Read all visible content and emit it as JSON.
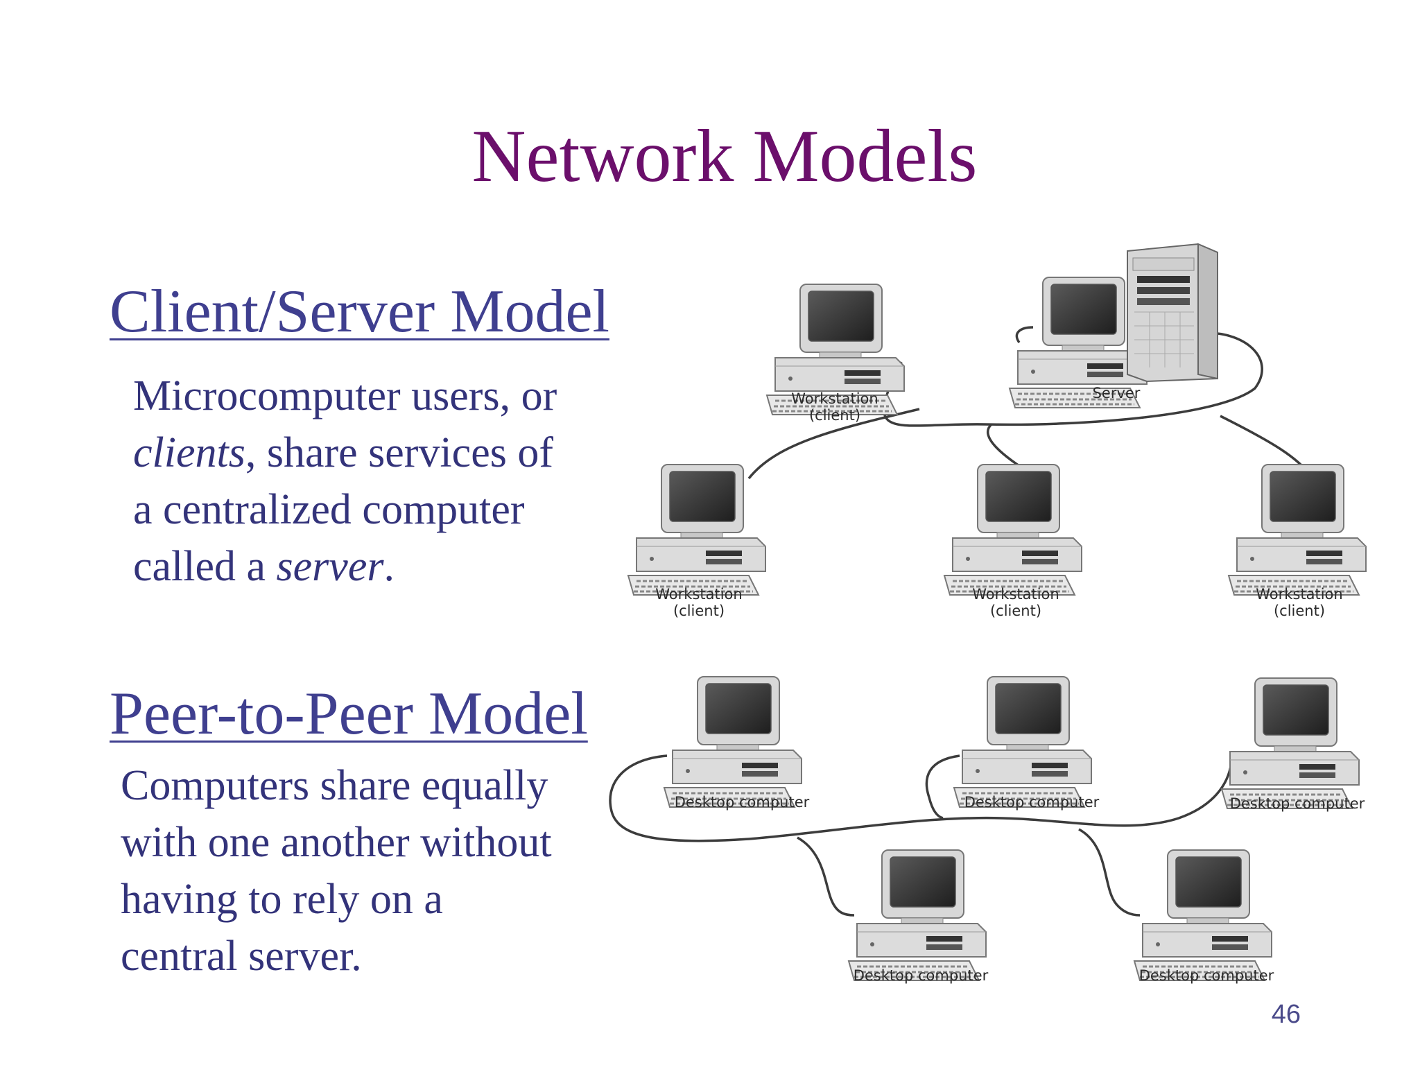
{
  "slide": {
    "title": "Network Models",
    "page_number": "46"
  },
  "client_server": {
    "heading": "Client/Server Model",
    "text": {
      "line1": "Microcomputer users, or",
      "clients": "clients",
      "line2_rest": ", share services of",
      "line3": "a centralized computer",
      "line4_start": "called a ",
      "server": "server",
      "line4_end": "."
    },
    "diagram": {
      "server_label": "Server",
      "workstation_label": "Workstation",
      "client_label": "(client)"
    }
  },
  "peer_to_peer": {
    "heading": "Peer-to-Peer Model",
    "text": {
      "line1": "Computers share equally",
      "line2": "with one another without",
      "line3": "having to rely on a",
      "line4": "central server."
    },
    "diagram": {
      "desktop_label": "Desktop computer"
    }
  },
  "colors": {
    "title": "#6b0f6b",
    "heading": "#3f3f8f",
    "body": "#33337a"
  }
}
